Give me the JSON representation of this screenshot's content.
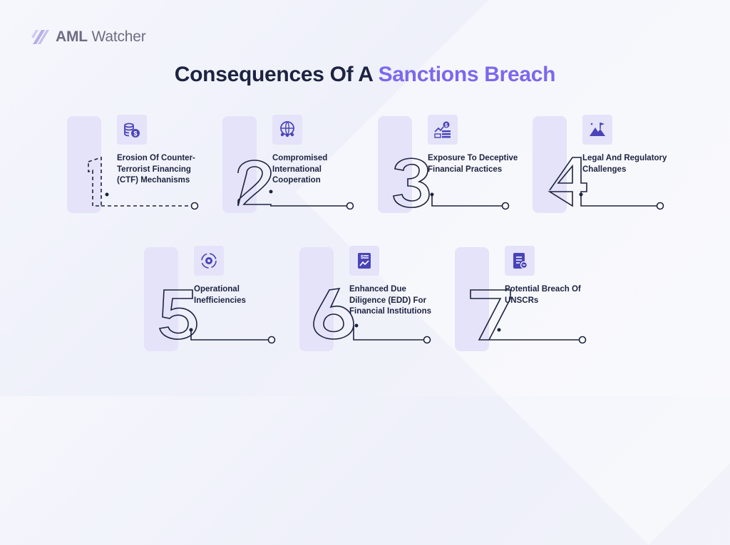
{
  "brand": {
    "logo_text_bold": "AML",
    "logo_text_regular": " Watcher",
    "logo_icon": "aml-watcher-logo-icon"
  },
  "title": {
    "prefix": "Consequences Of A ",
    "highlight": "Sanctions Breach"
  },
  "colors": {
    "accent": "#7b68ee",
    "panel": "#e4e3f9",
    "text": "#1d2340",
    "icon": "#4a44b8"
  },
  "items": [
    {
      "number": "1",
      "label": "Erosion Of Counter-Terrorist Financing (CTF) Mechanisms",
      "icon": "coins-dollar-icon"
    },
    {
      "number": "2",
      "label": "Compromised International Cooperation",
      "icon": "globe-people-icon"
    },
    {
      "number": "3",
      "label": "Exposure To Deceptive Financial Practices",
      "icon": "money-growth-icon"
    },
    {
      "number": "4",
      "label": "Legal And Regulatory Challenges",
      "icon": "mountain-flag-icon"
    },
    {
      "number": "5",
      "label": "Operational Inefficiencies",
      "icon": "gear-cycle-icon"
    },
    {
      "number": "6",
      "label": "Enhanced Due Diligence (EDD) For Financial Institutions",
      "icon": "document-chart-icon"
    },
    {
      "number": "7",
      "label": "Potential Breach Of UNSCRs",
      "icon": "document-list-icon"
    }
  ]
}
